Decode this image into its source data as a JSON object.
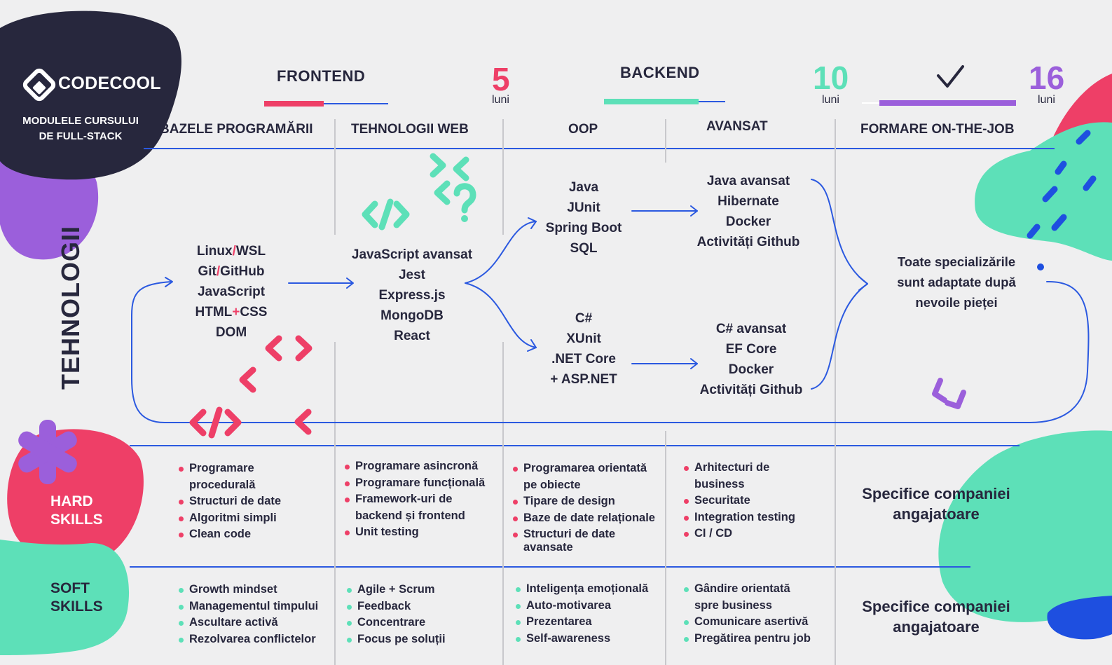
{
  "logo": {
    "name": "CODECOOL",
    "subtitle_line1": "MODULELE CURSULUI",
    "subtitle_line2": "DE FULL-STACK"
  },
  "tracks": {
    "frontend": "FRONTEND",
    "backend": "BACKEND",
    "check_icon": "check-icon",
    "m1": {
      "num": "5",
      "unit": "luni"
    },
    "m2": {
      "num": "10",
      "unit": "luni"
    },
    "m3": {
      "num": "16",
      "unit": "luni"
    }
  },
  "columns": [
    "BAZELE PROGRAMĂRII",
    "TEHNOLOGII WEB",
    "OOP",
    "AVANSAT",
    "FORMARE ON-THE-JOB"
  ],
  "side_labels": {
    "tech": "TEHNOLOGII",
    "hard_1": "HARD",
    "hard_2": "SKILLS",
    "soft_1": "SOFT",
    "soft_2": "SKILLS"
  },
  "tech": {
    "basics": [
      "Linux",
      "/",
      "WSL",
      "Git",
      "/",
      "GitHub",
      "JavaScript",
      "HTML",
      "+",
      "CSS",
      "DOM"
    ],
    "web": [
      "JavaScript avansat",
      "Jest",
      "Express.js",
      "MongoDB",
      "React"
    ],
    "java": [
      "Java",
      "JUnit",
      "Spring Boot",
      "SQL"
    ],
    "csharp": [
      "C#",
      "XUnit",
      ".NET Core",
      "+ ASP.NET"
    ],
    "java_adv": [
      "Java avansat",
      "Hibernate",
      "Docker",
      "Activități Github"
    ],
    "csharp_adv": [
      "C# avansat",
      "EF Core",
      "Docker",
      "Activități Github"
    ],
    "job": [
      "Toate specializările",
      "sunt adaptate după",
      "nevoile pieței"
    ]
  },
  "hard": {
    "c1": [
      "Programare",
      "procedurală",
      "Structuri de date",
      "Algoritmi simpli",
      "Clean code"
    ],
    "c2": [
      "Programare asincronă",
      "Programare funcțională",
      "Framework-uri de",
      "backend și frontend",
      "Unit testing"
    ],
    "c3": [
      "Programarea orientată",
      "pe obiecte",
      "Tipare de design",
      "Baze de date relaționale",
      "Structuri de date",
      "avansate"
    ],
    "c4": [
      "Arhitecturi de",
      "business",
      "Securitate",
      "Integration testing",
      "CI / CD"
    ],
    "c5": [
      "Specifice companiei",
      "angajatoare"
    ]
  },
  "soft": {
    "c1": [
      "Growth mindset",
      "Managementul timpului",
      "Ascultare activă",
      "Rezolvarea conflictelor"
    ],
    "c2": [
      "Agile + Scrum",
      "Feedback",
      "Concentrare",
      "Focus pe soluții"
    ],
    "c3": [
      "Inteligența emoțională",
      "Auto-motivarea",
      "Prezentarea",
      "Self-awareness"
    ],
    "c4": [
      "Gândire orientată",
      "spre business",
      "Comunicare asertivă",
      "Pregătirea pentru job"
    ],
    "c5": [
      "Specifice companiei",
      "angajatoare"
    ]
  },
  "colors": {
    "navy": "#27273d",
    "pink": "#ee3f67",
    "mint": "#5de0b8",
    "purple": "#9b5fdb",
    "blue": "#2b59e0",
    "bg": "#efeff0"
  }
}
